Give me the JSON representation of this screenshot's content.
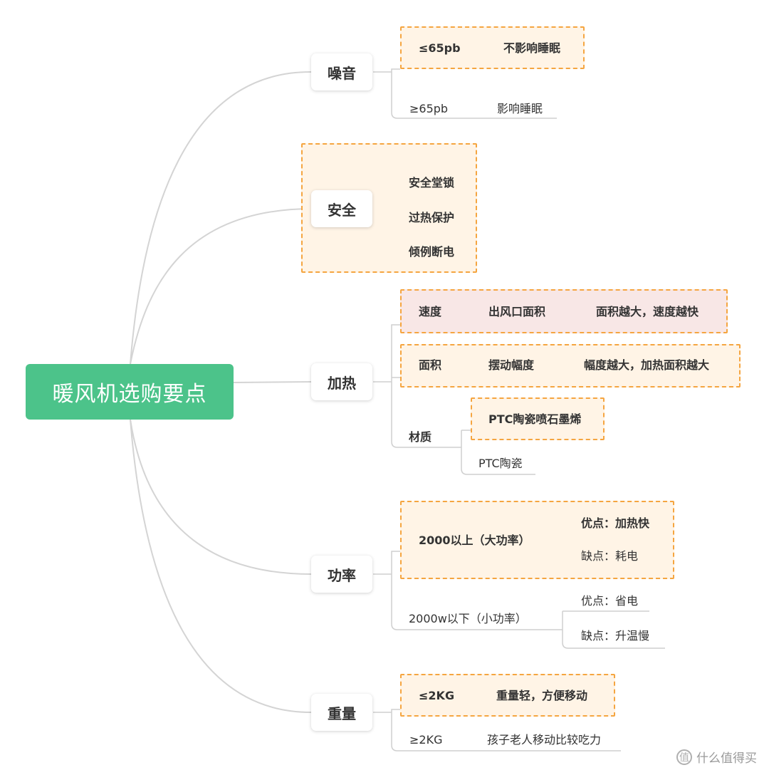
{
  "root": {
    "label": "暖风机选购要点"
  },
  "noise": {
    "label": "噪音",
    "low": {
      "level": "≤65pb",
      "effect": "不影响睡眠"
    },
    "high": {
      "level": "≥65pb",
      "effect": "影响睡眠"
    }
  },
  "safety": {
    "label": "安全",
    "items": [
      "安全堂锁",
      "过热保护",
      "倾例断电"
    ]
  },
  "heating": {
    "label": "加热",
    "speed": {
      "label": "速度",
      "factor": "出风口面积",
      "rule": "面积越大，速度越快"
    },
    "area": {
      "label": "面积",
      "factor": "摆动幅度",
      "rule": "幅度越大，加热面积越大"
    },
    "material": {
      "label": "材质",
      "options": [
        "PTC陶瓷喷石墨烯",
        "PTC陶瓷"
      ]
    }
  },
  "power": {
    "label": "功率",
    "high": {
      "label": "2000以上（大功率）",
      "pro": "优点：加热快",
      "con": "缺点：耗电"
    },
    "low": {
      "label": "2000w以下（小功率）",
      "pro": "优点：省电",
      "con": "缺点：升温慢"
    }
  },
  "weight": {
    "label": "重量",
    "light": {
      "level": "≤2KG",
      "effect": "重量轻，方便移动"
    },
    "heavy": {
      "level": "≥2KG",
      "effect": "孩子老人移动比较吃力"
    }
  },
  "watermark": {
    "text": "什么值得买",
    "icon": "zhi-logo-icon",
    "glyph": "值"
  },
  "colors": {
    "root_fill": "#4cc38a",
    "highlight_border": "#f5a540",
    "highlight_fill": "#fff4e6",
    "highlight_fill_pink": "#f8e7e6",
    "connector": "#d4d4d4"
  }
}
